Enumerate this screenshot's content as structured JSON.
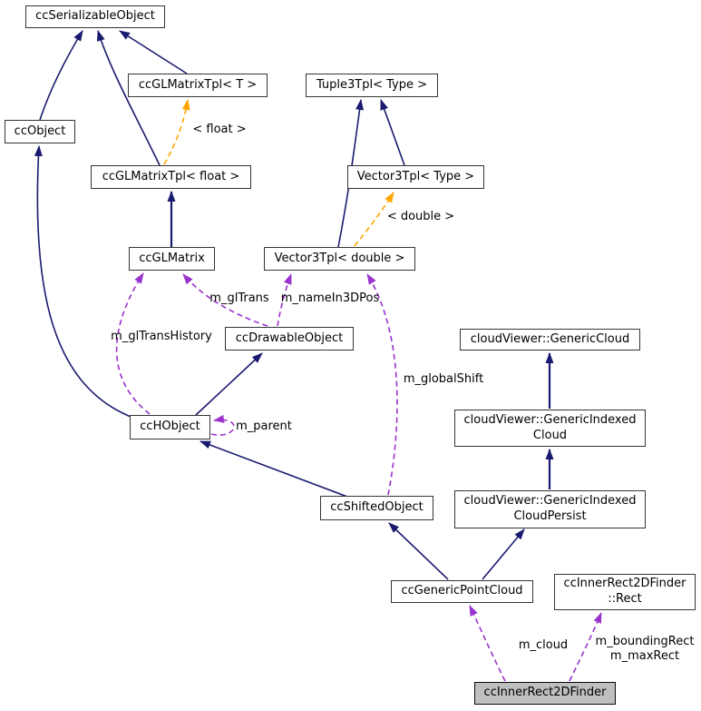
{
  "colors": {
    "edge_inheritance": "#1a1a70",
    "edge_template": "#ffa500",
    "edge_usage": "#9a32cd",
    "node_bg": "#ffffff",
    "node_border": "#343434",
    "highlight_bg": "#bfbfbf",
    "text": "#000000",
    "background": "#ffffff"
  },
  "nodes": {
    "ccSerializableObject": {
      "label": "ccSerializableObject"
    },
    "ccGLMatrixTplT": {
      "label": "ccGLMatrixTpl< T >"
    },
    "Tuple3TplType": {
      "label": "Tuple3Tpl< Type >"
    },
    "ccObject": {
      "label": "ccObject"
    },
    "ccGLMatrixTplFloat": {
      "label": "ccGLMatrixTpl< float >"
    },
    "Vector3TplType": {
      "label": "Vector3Tpl< Type >"
    },
    "ccGLMatrix": {
      "label": "ccGLMatrix"
    },
    "Vector3TplDouble": {
      "label": "Vector3Tpl< double >"
    },
    "ccDrawableObject": {
      "label": "ccDrawableObject"
    },
    "cloudViewerGenericCloud": {
      "label": "cloudViewer::GenericCloud"
    },
    "ccHObject": {
      "label": "ccHObject"
    },
    "cloudViewerGenericIndexedCloud": {
      "label": "cloudViewer::GenericIndexed\nCloud"
    },
    "ccShiftedObject": {
      "label": "ccShiftedObject"
    },
    "cloudViewerGenericIndexedCloudPersist": {
      "label": "cloudViewer::GenericIndexed\nCloudPersist"
    },
    "ccGenericPointCloud": {
      "label": "ccGenericPointCloud"
    },
    "ccInnerRect2DFinderRect": {
      "label": "ccInnerRect2DFinder\n::Rect"
    },
    "ccInnerRect2DFinder": {
      "label": "ccInnerRect2DFinder",
      "highlighted": true
    }
  },
  "labels": {
    "template_float": "< float >",
    "template_double": "< double >",
    "m_glTrans": "m_glTrans",
    "m_nameIn3DPos": "m_nameIn3DPos",
    "m_glTransHistory": "m_glTransHistory",
    "m_parent": "m_parent",
    "m_globalShift": "m_globalShift",
    "m_cloud": "m_cloud",
    "m_boundingRect_m_maxRect": "m_boundingRect\nm_maxRect"
  },
  "edges": [
    {
      "from": "ccObject",
      "to": "ccSerializableObject",
      "relation": "inheritance"
    },
    {
      "from": "ccGLMatrixTplFloat",
      "to": "ccSerializableObject",
      "relation": "inheritance"
    },
    {
      "from": "ccGLMatrixTplT",
      "to": "ccSerializableObject",
      "relation": "inheritance"
    },
    {
      "from": "ccGLMatrix",
      "to": "ccGLMatrixTplFloat",
      "relation": "inheritance"
    },
    {
      "from": "Vector3TplType",
      "to": "Tuple3TplType",
      "relation": "inheritance"
    },
    {
      "from": "Vector3TplDouble",
      "to": "Tuple3TplType",
      "relation": "inheritance"
    },
    {
      "from": "ccHObject",
      "to": "ccObject",
      "relation": "inheritance"
    },
    {
      "from": "ccHObject",
      "to": "ccDrawableObject",
      "relation": "inheritance"
    },
    {
      "from": "ccShiftedObject",
      "to": "ccHObject",
      "relation": "inheritance"
    },
    {
      "from": "cloudViewerGenericIndexedCloud",
      "to": "cloudViewerGenericCloud",
      "relation": "inheritance"
    },
    {
      "from": "cloudViewerGenericIndexedCloudPersist",
      "to": "cloudViewerGenericIndexedCloud",
      "relation": "inheritance"
    },
    {
      "from": "ccGenericPointCloud",
      "to": "ccShiftedObject",
      "relation": "inheritance"
    },
    {
      "from": "ccGenericPointCloud",
      "to": "cloudViewerGenericIndexedCloudPersist",
      "relation": "inheritance"
    },
    {
      "from": "ccGLMatrixTplFloat",
      "to": "ccGLMatrixTplT",
      "relation": "template-instance",
      "label": "< float >"
    },
    {
      "from": "Vector3TplDouble",
      "to": "Vector3TplType",
      "relation": "template-instance",
      "label": "< double >"
    },
    {
      "from": "ccDrawableObject",
      "to": "ccGLMatrix",
      "relation": "usage",
      "label": "m_glTrans"
    },
    {
      "from": "ccDrawableObject",
      "to": "Vector3TplDouble",
      "relation": "usage",
      "label": "m_nameIn3DPos"
    },
    {
      "from": "ccHObject",
      "to": "ccGLMatrix",
      "relation": "usage",
      "label": "m_glTransHistory"
    },
    {
      "from": "ccHObject",
      "to": "ccHObject",
      "relation": "usage",
      "label": "m_parent"
    },
    {
      "from": "ccShiftedObject",
      "to": "Vector3TplDouble",
      "relation": "usage",
      "label": "m_globalShift"
    },
    {
      "from": "ccInnerRect2DFinder",
      "to": "ccGenericPointCloud",
      "relation": "usage",
      "label": "m_cloud"
    },
    {
      "from": "ccInnerRect2DFinder",
      "to": "ccInnerRect2DFinderRect",
      "relation": "usage",
      "label": "m_boundingRect m_maxRect"
    }
  ]
}
